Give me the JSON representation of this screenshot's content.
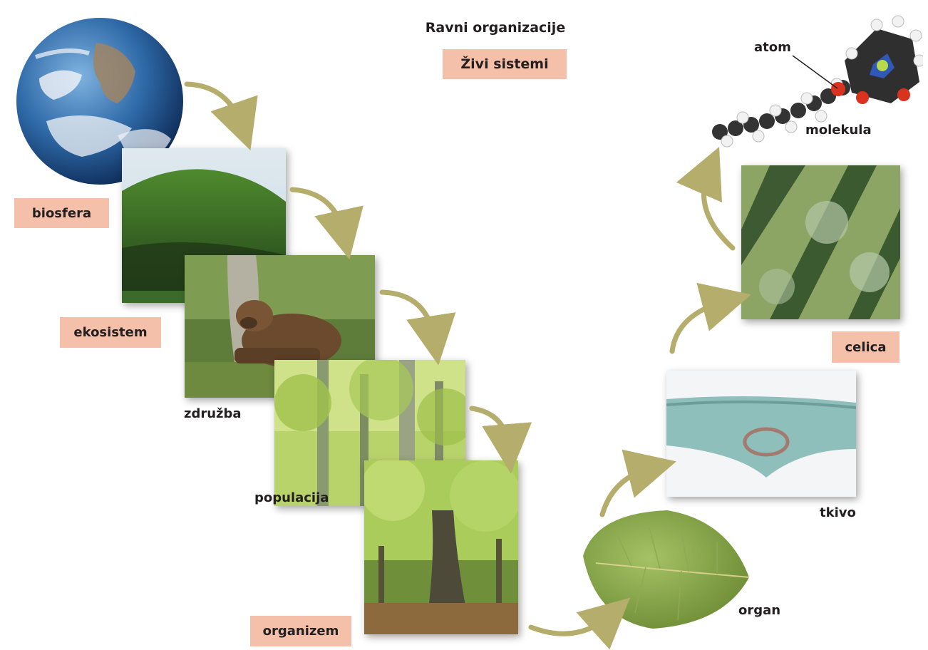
{
  "header": {
    "title": "Ravni organizacije",
    "subtitle": "Živi sistemi"
  },
  "levels": {
    "biosfera": "biosfera",
    "ekosistem": "ekosistem",
    "zdruzba": "združba",
    "populacija": "populacija",
    "organizem": "organizem",
    "organ": "organ",
    "tkivo": "tkivo",
    "celica": "celica",
    "molekula": "molekula",
    "atom": "atom"
  },
  "colors": {
    "label_bg": "#f4c0aa",
    "arrow": "#b5ad6b",
    "text": "#231f20"
  },
  "icons": {
    "biosfera": "earth-globe-icon",
    "ekosistem": "forested-hill-icon",
    "zdruzba": "bear-in-forest-icon",
    "populacija": "beech-trees-icon",
    "organizem": "beech-tree-icon",
    "organ": "leaf-icon",
    "tkivo": "leaf-tissue-section-icon",
    "celica": "plant-cells-icon",
    "molekula": "chlorophyll-molecule-icon"
  }
}
